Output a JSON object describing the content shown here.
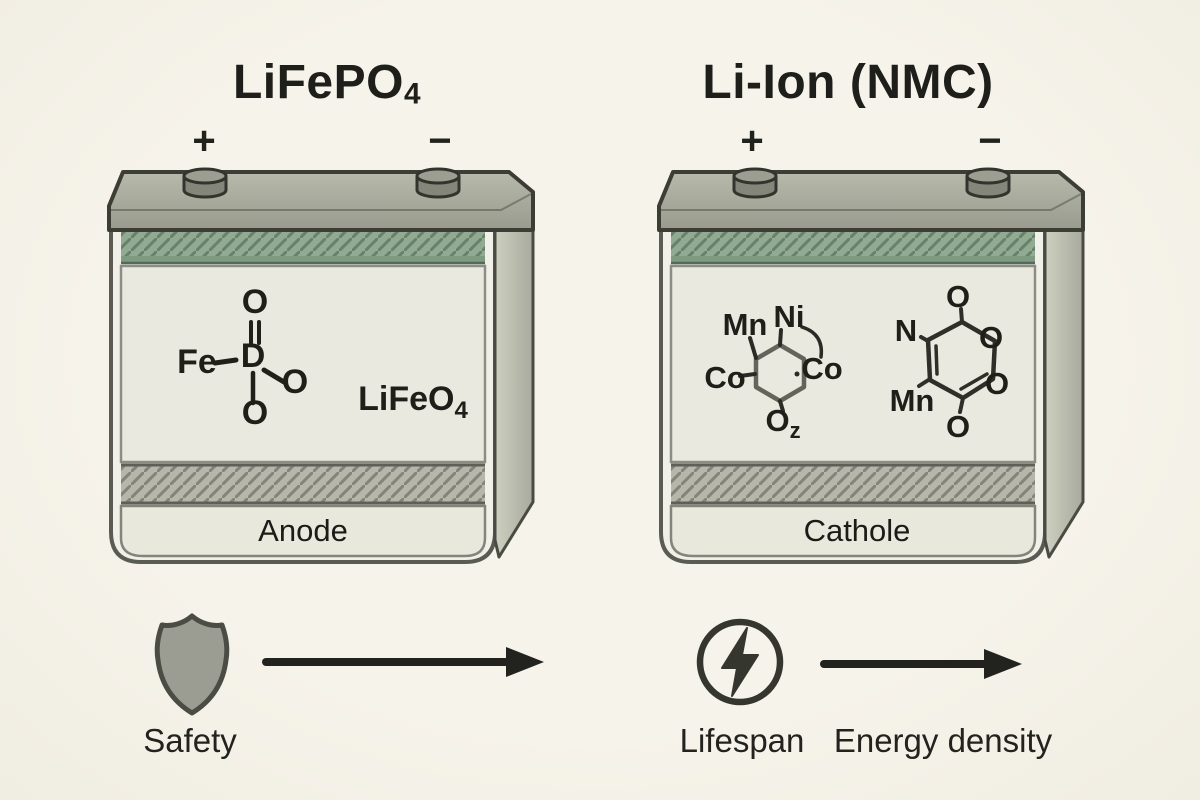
{
  "palette": {
    "background": "#f5f2e9",
    "outline": "#3e3f37",
    "lid_light": "#b4b6a8",
    "lid_dark": "#9a9c8f",
    "body_fill": "#f1f0e8",
    "depth_fill": "#b9bbae",
    "green_stripe": "#93aa92",
    "green_hatch": "#64836a",
    "inner_panel": "#e9e9e0",
    "gray_stripe": "#b6b6ab",
    "gray_hatch": "#84857a",
    "label_strip": "#e9e8dd",
    "text": "#1f1f1a",
    "shield_fill": "#9b9d92",
    "icon_stroke": "#35362e"
  },
  "left_battery": {
    "title": "LiFePO",
    "title_sub": "4",
    "positive_sign": "+",
    "negative_sign": "−",
    "structure": {
      "top_o": "O",
      "center": "D",
      "left": "Fe",
      "right_o": "O",
      "bottom_o": "O"
    },
    "formula": "LiFeO",
    "formula_sub": "4",
    "electrode_label": "Anode"
  },
  "right_battery": {
    "title": "Li-Ion (NMC)",
    "positive_sign": "+",
    "negative_sign": "−",
    "nmc_ring": {
      "mn": "Mn",
      "ni": "Ni",
      "co_left": "Co",
      "co_right": "Co",
      "o": "O",
      "o_sub": "z"
    },
    "oxide_ring": {
      "top_o": "O",
      "n": "N",
      "right_upper_o": "O",
      "right_lower_o": "O",
      "mn": "Mn",
      "bottom_o": "O"
    },
    "electrode_label": "Cathole"
  },
  "legend": {
    "safety_label": "Safety",
    "lifespan_label": "Lifespan",
    "energy_density_label": "Energy density"
  }
}
